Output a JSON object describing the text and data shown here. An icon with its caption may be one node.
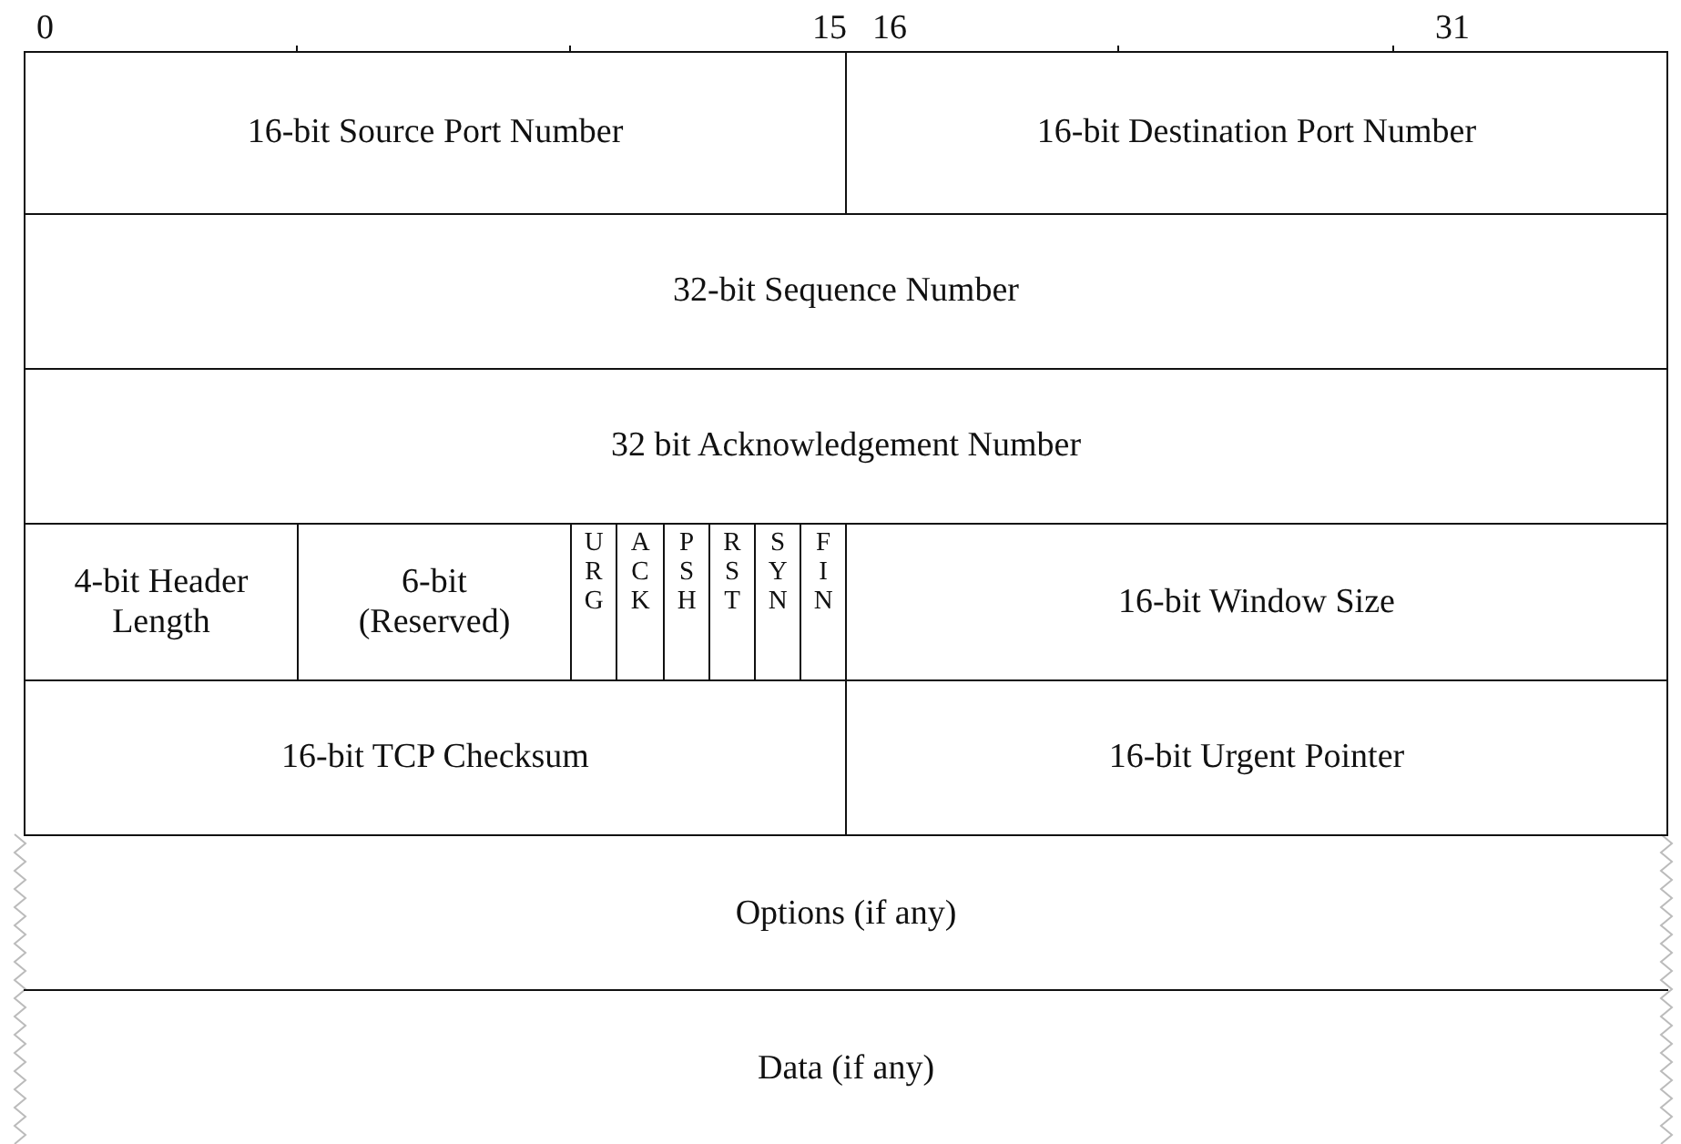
{
  "diagram": {
    "nodes": [
      {
        "text": [
          "16-bit Source Port Number"
        ]
      },
      {
        "text": [
          "16-bit Destination Port Number"
        ]
      },
      {
        "text": [
          "32-bit Sequence Number"
        ]
      },
      {
        "text": [
          "32 bit Acknowledgement Number"
        ]
      },
      {
        "text": [
          "4-bit Header Length"
        ]
      },
      {
        "text": [
          "6-bit (Reserved)"
        ]
      },
      {
        "text": [
          "URG"
        ]
      },
      {
        "text": [
          "ACK"
        ]
      },
      {
        "text": [
          "PSH"
        ]
      },
      {
        "text": [
          "RST"
        ]
      },
      {
        "text": [
          "SYN"
        ]
      },
      {
        "text": [
          "FIN"
        ]
      },
      {
        "text": [
          "16-bit Window Size"
        ]
      },
      {
        "text": [
          "16-bit TCP Checksum"
        ]
      },
      {
        "text": [
          "16-bit Urgent Pointer"
        ]
      },
      {
        "text": [
          "Options (if any)"
        ]
      },
      {
        "text": [
          "Data (if any)"
        ]
      }
    ],
    "labels": [
      "0",
      "15",
      "16",
      "31"
    ]
  }
}
